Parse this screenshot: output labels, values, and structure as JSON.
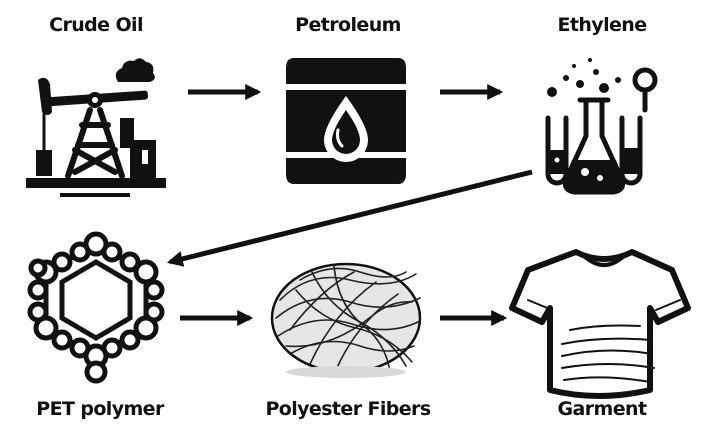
{
  "diagram": {
    "nodes": [
      {
        "id": "crude_oil",
        "label": "Crude Oil",
        "icon": "oil-pumpjack-icon"
      },
      {
        "id": "petroleum",
        "label": "Petroleum",
        "icon": "oil-barrel-icon"
      },
      {
        "id": "ethylene",
        "label": "Ethylene",
        "icon": "lab-flasks-icon"
      },
      {
        "id": "pet_polymer",
        "label": "PET polymer",
        "icon": "molecule-hexagon-icon"
      },
      {
        "id": "polyester_fibers",
        "label": "Polyester Fibers",
        "icon": "fiber-bundle-icon"
      },
      {
        "id": "garment",
        "label": "Garment",
        "icon": "tshirt-icon"
      }
    ],
    "edges": [
      {
        "from": "crude_oil",
        "to": "petroleum"
      },
      {
        "from": "petroleum",
        "to": "ethylene"
      },
      {
        "from": "ethylene",
        "to": "pet_polymer"
      },
      {
        "from": "pet_polymer",
        "to": "polyester_fibers"
      },
      {
        "from": "polyester_fibers",
        "to": "garment"
      }
    ],
    "colors": {
      "ink": "#111111",
      "background": "#ffffff"
    }
  }
}
